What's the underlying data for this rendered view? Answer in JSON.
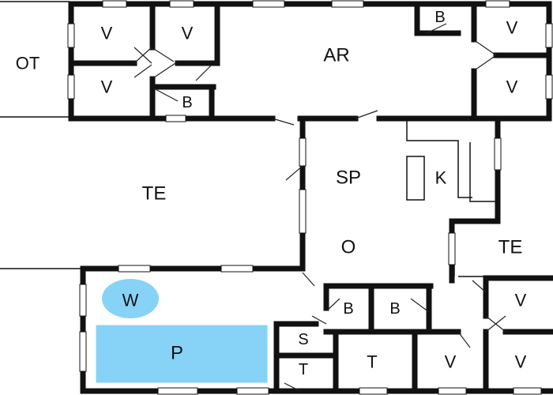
{
  "colors": {
    "wall": "#111111",
    "background": "#ffffff",
    "water": "#87d3f7"
  },
  "rooms": {
    "ot": "OT",
    "v1": "V",
    "v2": "V",
    "v3": "V",
    "b1": "B",
    "ar": "AR",
    "b2": "B",
    "v4": "V",
    "v5": "V",
    "te_left": "TE",
    "sp": "SP",
    "k": "K",
    "o": "O",
    "te_right": "TE",
    "w": "W",
    "p": "P",
    "b3": "B",
    "b4": "B",
    "s": "S",
    "t1": "T",
    "t2": "T",
    "v6": "V",
    "v7": "V",
    "v8": "V"
  }
}
